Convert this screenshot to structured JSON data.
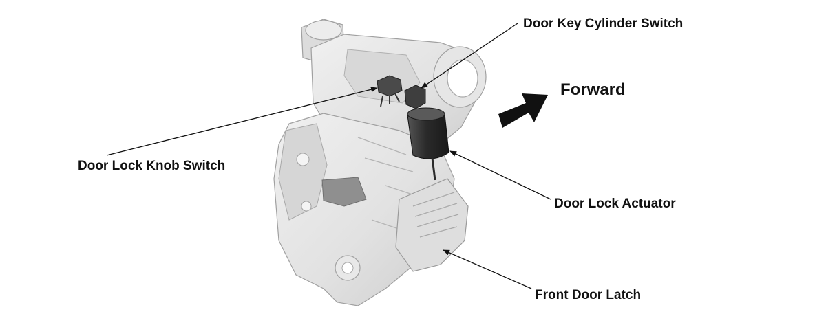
{
  "labels": {
    "door_key_cylinder_switch": "Door Key Cylinder Switch",
    "forward": "Forward",
    "door_lock_knob_switch": "Door Lock Knob Switch",
    "door_lock_actuator": "Door Lock Actuator",
    "front_door_latch": "Front Door Latch"
  },
  "colors": {
    "housing_fill": "#e4e4e4",
    "housing_shade": "#cfcfcf",
    "housing_edge": "#9a9a9a",
    "actuator": "#333333",
    "switch": "#4a4a4a",
    "leader_line": "#111111",
    "text": "#111111"
  }
}
